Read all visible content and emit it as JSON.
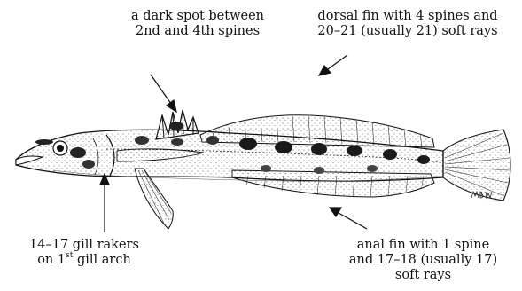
{
  "labels": {
    "dark_spot": {
      "line1": "a dark spot between",
      "line2": "2nd and 4th spines"
    },
    "dorsal_fin": {
      "line1": "dorsal fin with 4 spines and",
      "line2": "20–21 (usually 21) soft rays"
    },
    "gill_rakers": {
      "line1": "14–17 gill rakers",
      "line2_prefix": "on 1",
      "line2_sup": "st",
      "line2_suffix": " gill arch"
    },
    "anal_fin": {
      "line1": "anal fin with 1 spine",
      "line2": "and 17–18 (usually 17)",
      "line3": "soft rays"
    }
  },
  "signature": "MBW",
  "colors": {
    "ink": "#111111",
    "background": "#ffffff"
  }
}
